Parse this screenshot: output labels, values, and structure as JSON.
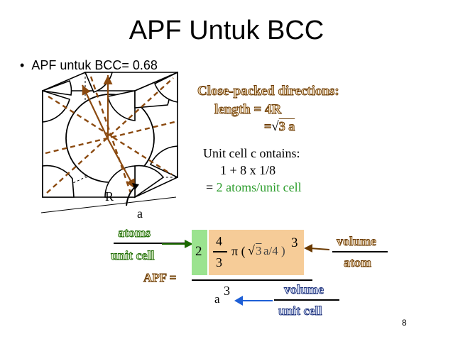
{
  "title": "APF Untuk BCC",
  "bullet": "APF untuk BCC= 0.68",
  "close_packed": {
    "line1": "Close-packed directions:",
    "line2": "length = 4R",
    "line3_eq": "=",
    "line3_val": "3 a"
  },
  "unit_cell": {
    "line1": "Unit cell c   ontains:",
    "line2": "1 + 8 x 1/8",
    "line3_eq": "=",
    "line3_val": "2 atoms/unit cell"
  },
  "cube_labels": {
    "radius": "R",
    "edge": "a"
  },
  "apf": {
    "atoms": "atoms",
    "unit_cell": "unit cell",
    "label": "APF =",
    "count": "2",
    "frac_num": "4",
    "frac_den": "3",
    "pi": "π (",
    "sqrt_arg": "3",
    "a_over_4": "a/4 )",
    "cube_exp": "3",
    "volume_top": "volume",
    "atom": "atom",
    "denominator_base": "a",
    "denominator_exp": "3",
    "volume_bottom": "volume",
    "unit_cell_bottom": "unit cell"
  },
  "page_number": "8",
  "colors": {
    "green_text": "#2e9e2e",
    "green_box": "#9be38f",
    "orange_box": "#f6cc98",
    "arrow_blue": "#1e5fd6",
    "arrow_brown": "#6b3a00",
    "dash_brown": "#8b4a10"
  }
}
